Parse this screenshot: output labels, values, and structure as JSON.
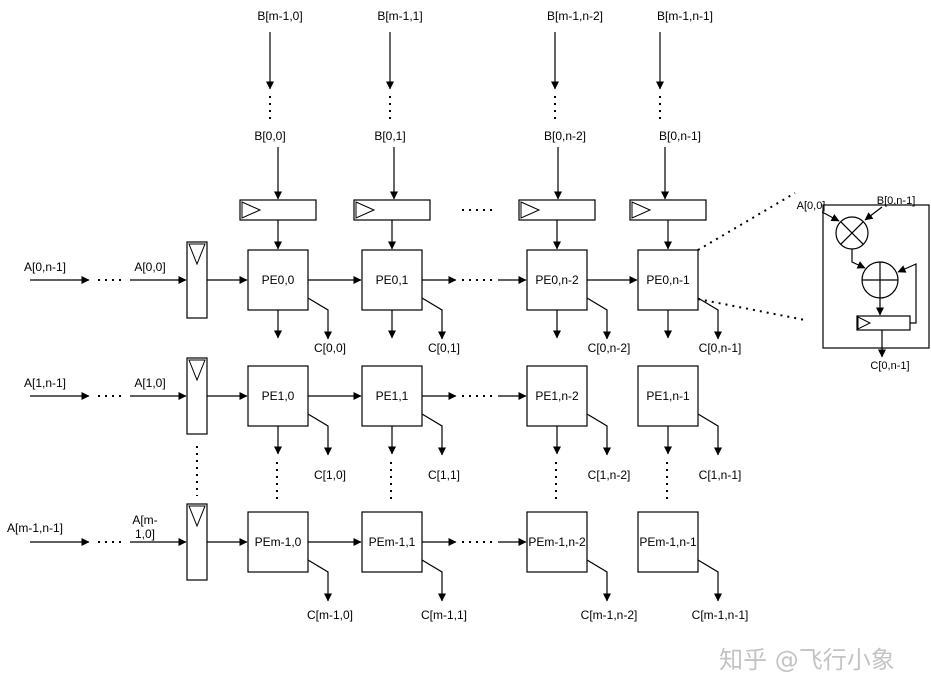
{
  "b_inputs_top": [
    "B[m-1,0]",
    "B[m-1,1]",
    "B[m-1,n-2]",
    "B[m-1,n-1]"
  ],
  "b_inputs_bottom": [
    "B[0,0]",
    "B[0,1]",
    "B[0,n-2]",
    "B[0,n-1]"
  ],
  "rows": [
    {
      "a_far": "A[0,n-1]",
      "a_near_lines": [
        "A[0,0]"
      ],
      "pes": [
        "PE0,0",
        "PE0,1",
        "PE0,n-2",
        "PE0,n-1"
      ],
      "outputs": [
        "C[0,0]",
        "C[0,1]",
        "C[0,n-2]",
        "C[0,n-1]"
      ]
    },
    {
      "a_far": "A[1,n-1]",
      "a_near_lines": [
        "A[1,0]"
      ],
      "pes": [
        "PE1,0",
        "PE1,1",
        "PE1,n-2",
        "PE1,n-1"
      ],
      "outputs": [
        "C[1,0]",
        "C[1,1]",
        "C[1,n-2]",
        "C[1,n-1]"
      ]
    },
    {
      "a_far": "A[m-1,n-1]",
      "a_near_lines": [
        "A[m-",
        "1,0]"
      ],
      "pes": [
        "PEm-1,0",
        "PEm-1,1",
        "PEm-1,n-2",
        "PEm-1,n-1"
      ],
      "outputs": [
        "C[m-1,0]",
        "C[m-1,1]",
        "C[m-1,n-2]",
        "C[m-1,n-1]"
      ]
    }
  ],
  "pe_detail": {
    "a_input": "A[0,0]",
    "b_input": "B[0,n-1]",
    "c_output": "C[0,n-1]",
    "icons": [
      "multiplier-icon",
      "adder-icon",
      "register-icon"
    ]
  },
  "watermark": "知乎 @飞行小象",
  "colors": {
    "line": "#000000",
    "watermark": "#c4c4c4"
  }
}
